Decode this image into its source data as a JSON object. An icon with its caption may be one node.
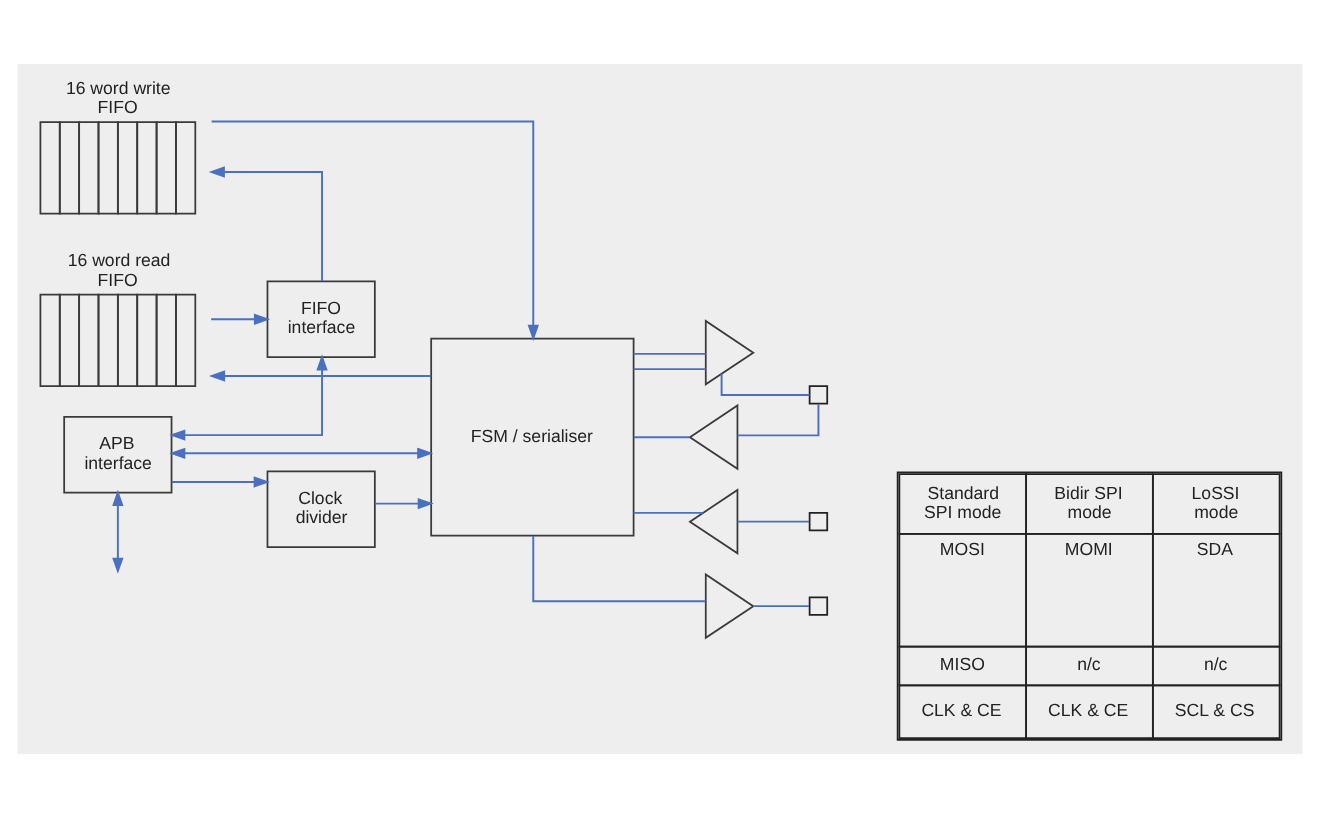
{
  "diagram": {
    "nodes": [
      {
        "text": [
          "16 word write FIFO"
        ]
      },
      {
        "text": [
          "16 word read FIFO"
        ]
      },
      {
        "text": [
          "FSM / serialiser"
        ]
      },
      {
        "text": [],
        "shape": "triangle"
      },
      {
        "text": [],
        "shape": "triangle"
      },
      {
        "text": [],
        "shape": "triangle"
      },
      {
        "text": [],
        "shape": "triangle"
      },
      {
        "text": [],
        "shape": "box"
      },
      {
        "text": [],
        "shape": "box"
      },
      {
        "text": [],
        "shape": "box"
      },
      {
        "text": [
          "FIFO interface"
        ]
      },
      {
        "text": [
          "Clock divider"
        ]
      },
      {
        "text": [
          "APB interface"
        ]
      }
    ],
    "edges": [
      {
        "from": 10,
        "to": 0,
        "arrow": "to"
      },
      {
        "from": 0,
        "to": 2,
        "arrow": "to"
      },
      {
        "from": 2,
        "to": 1,
        "arrow": "to"
      },
      {
        "from": 1,
        "to": 10,
        "arrow": "to"
      },
      {
        "from": 2,
        "to": 3,
        "arrow": "none"
      },
      {
        "from": 2,
        "to": 3,
        "arrow": "none"
      },
      {
        "from": 3,
        "to": 7,
        "arrow": "none"
      },
      {
        "from": 2,
        "to": 4,
        "arrow": "none"
      },
      {
        "from": 4,
        "to": 7,
        "arrow": "none"
      },
      {
        "from": 2,
        "to": 5,
        "arrow": "none"
      },
      {
        "from": 5,
        "to": 8,
        "arrow": "none"
      },
      {
        "from": 2,
        "to": 6,
        "arrow": "none"
      },
      {
        "from": 6,
        "to": 9,
        "arrow": "none"
      },
      {
        "from": 12,
        "to": 2,
        "arrow": "both"
      },
      {
        "from": 12,
        "to": 10,
        "arrow": "both"
      },
      {
        "from": 12,
        "to": 11,
        "arrow": "to"
      },
      {
        "from": 11,
        "to": 2,
        "arrow": "to"
      },
      {
        "from": 12,
        "to": null,
        "arrow": "both"
      }
    ],
    "labels": [
      "Standard SPI mode",
      "Bidir SPI mode",
      "LoSSI mode",
      "MOSI",
      "MOMI",
      "SDA",
      "MISO",
      "n/c",
      "n/c",
      "CLK & CE",
      "CLK & CE",
      "SCL & CS"
    ]
  }
}
